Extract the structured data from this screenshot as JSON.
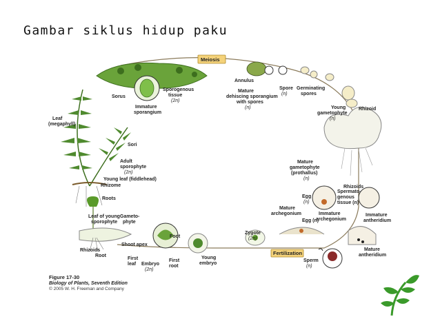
{
  "slide": {
    "title": "Gambar siklus hidup paku"
  },
  "tags": {
    "meiosis": "Meiosis",
    "fertilization": "Fertilization"
  },
  "labels": {
    "sorus": "Sorus",
    "immature_sporangium": [
      "Immature",
      "sporangium"
    ],
    "sporogenous_tissue": [
      "Sporogenous",
      "tissue",
      "(2n)"
    ],
    "annulus": "Annulus",
    "mature_dehiscing": [
      "Mature",
      "dehiscing sporangium",
      "with spores",
      "(n)"
    ],
    "spore": [
      "Spore",
      "(n)"
    ],
    "germinating_spores": [
      "Germinating",
      "spores"
    ],
    "young_gametophyte": [
      "Young",
      "gametophyte",
      "(n)"
    ],
    "rhizoid": "Rhizoid",
    "leaf_megaphyll": [
      "Leaf",
      "(megaphyll)"
    ],
    "sori": "Sori",
    "adult_sporophyte": [
      "Adult",
      "sporophyte",
      "(2n)"
    ],
    "young_leaf": "Young leaf (fiddlehead)",
    "rhizome": "Rhizome",
    "roots": "Roots",
    "mature_gametophyte": [
      "Mature",
      "gametophyte",
      "(prothallus)",
      "(n)"
    ],
    "rhizoids": "Rhizoids",
    "egg": [
      "Egg",
      "(n)"
    ],
    "spermatogenous": [
      "Spermato-",
      "genous",
      "tissue (n)"
    ],
    "mature_archegonium": [
      "Mature",
      "archegonium"
    ],
    "egg_n": "Egg (n)",
    "immature_archegonium": [
      "Immature",
      "archegonium"
    ],
    "immature_antheridium": [
      "Immature",
      "antheridium"
    ],
    "leaf_young_sporophyte": [
      "Leaf of young",
      "sporophyte"
    ],
    "gametophyte_small": [
      "Gameto-",
      "phyte"
    ],
    "foot": "Foot",
    "shoot_apex": "Shoot apex",
    "rhizoids2": "Rhizoids",
    "root": "Root",
    "first_leaf": [
      "First",
      "leaf"
    ],
    "embryo": [
      "Embryo",
      "(2n)"
    ],
    "first_root": [
      "First",
      "root"
    ],
    "young_embryo": [
      "Young",
      "embryo"
    ],
    "zygote": [
      "Zygote",
      "(2n)"
    ],
    "sperm": [
      "Sperm",
      "(n)"
    ],
    "mature_antheridium": [
      "Mature",
      "antheridium"
    ]
  },
  "caption": {
    "figure": "Figure 17-30",
    "book": "Biology of Plants, Seventh Edition",
    "copyright": "© 2005 W. H. Freeman and Company"
  },
  "colors": {
    "cycle_line": "#8a7a5a",
    "frond_green": "#4f8a2e",
    "light_green": "#8fc257",
    "tag_fill": "#f4d27a",
    "logo_green": "#3a9a2a"
  }
}
